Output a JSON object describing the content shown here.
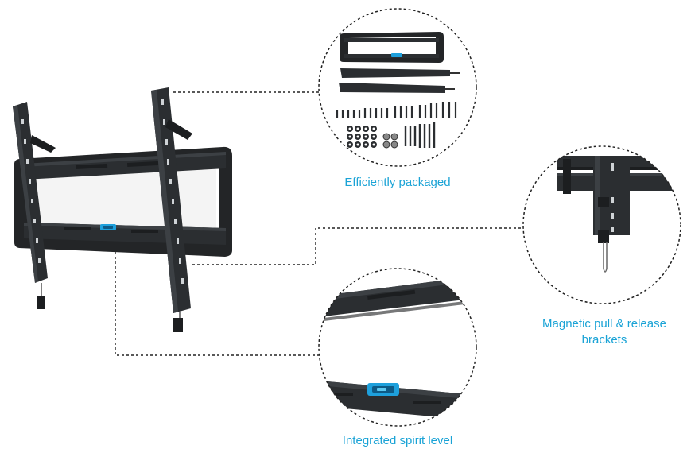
{
  "features": {
    "packaged": {
      "label": "Efficiently packaged",
      "icon": "hardware-kit-icon"
    },
    "magnetic": {
      "label_line1": "Magnetic pull & release",
      "label_line2": "brackets",
      "icon": "release-bracket-icon"
    },
    "spirit": {
      "label": "Integrated spirit level",
      "icon": "spirit-level-icon"
    }
  },
  "colors": {
    "caption": "#1aa3d6",
    "metal": "#2b2e31",
    "metal_dark": "#1c1e20",
    "metal_light": "#3c4044",
    "level_blue": "#1ea0dc",
    "dashed_line": "#222222"
  }
}
